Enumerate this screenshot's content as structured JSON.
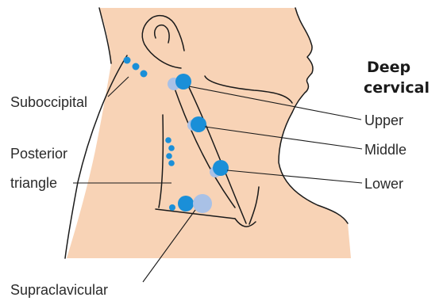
{
  "colors": {
    "skin": "#f8d3b6",
    "outline": "#1a1a1a",
    "node_dark": "#1a8fd8",
    "node_light": "#a9c1e6",
    "text": "#2a2a2a"
  },
  "heading": {
    "line1": "Deep",
    "line2": "cervical"
  },
  "labels": {
    "suboccipital": "Suboccipital",
    "posterior_line1": "Posterior",
    "posterior_line2": "triangle",
    "supraclavicular": "Supraclavicular",
    "upper": "Upper",
    "middle": "Middle",
    "lower": "Lower"
  }
}
